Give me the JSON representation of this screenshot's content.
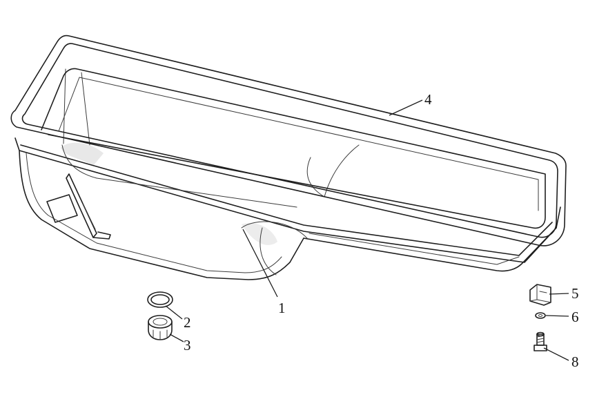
{
  "callouts": [
    {
      "id": "1",
      "label": "1"
    },
    {
      "id": "2",
      "label": "2"
    },
    {
      "id": "3",
      "label": "3"
    },
    {
      "id": "4",
      "label": "4"
    },
    {
      "id": "5",
      "label": "5"
    },
    {
      "id": "6",
      "label": "6"
    },
    {
      "id": "8",
      "label": "8"
    }
  ],
  "colors": {
    "background": "#ffffff",
    "line": "#1e1e1e",
    "shade": "#d9d9d9"
  }
}
